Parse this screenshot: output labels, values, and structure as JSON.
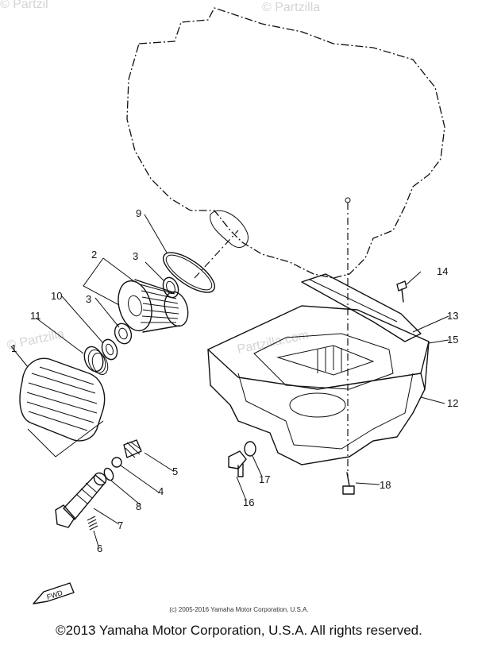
{
  "watermark": {
    "top_right": "© Partzilla",
    "top_left": "© Partzil",
    "mid_left": "© Partzilla",
    "mid_center": "Partzilla.com"
  },
  "diagram": {
    "callouts": [
      "1",
      "2",
      "3",
      "3",
      "4",
      "5",
      "6",
      "7",
      "8",
      "9",
      "10",
      "11",
      "12",
      "13",
      "14",
      "15",
      "16",
      "17",
      "18"
    ],
    "fwd_label": "FWD"
  },
  "footer": {
    "small_copyright": "(c) 2005-2016 Yamaha Motor Corporation, U.S.A.",
    "copyright": "©2013 Yamaha Motor Corporation, U.S.A. All rights reserved."
  }
}
